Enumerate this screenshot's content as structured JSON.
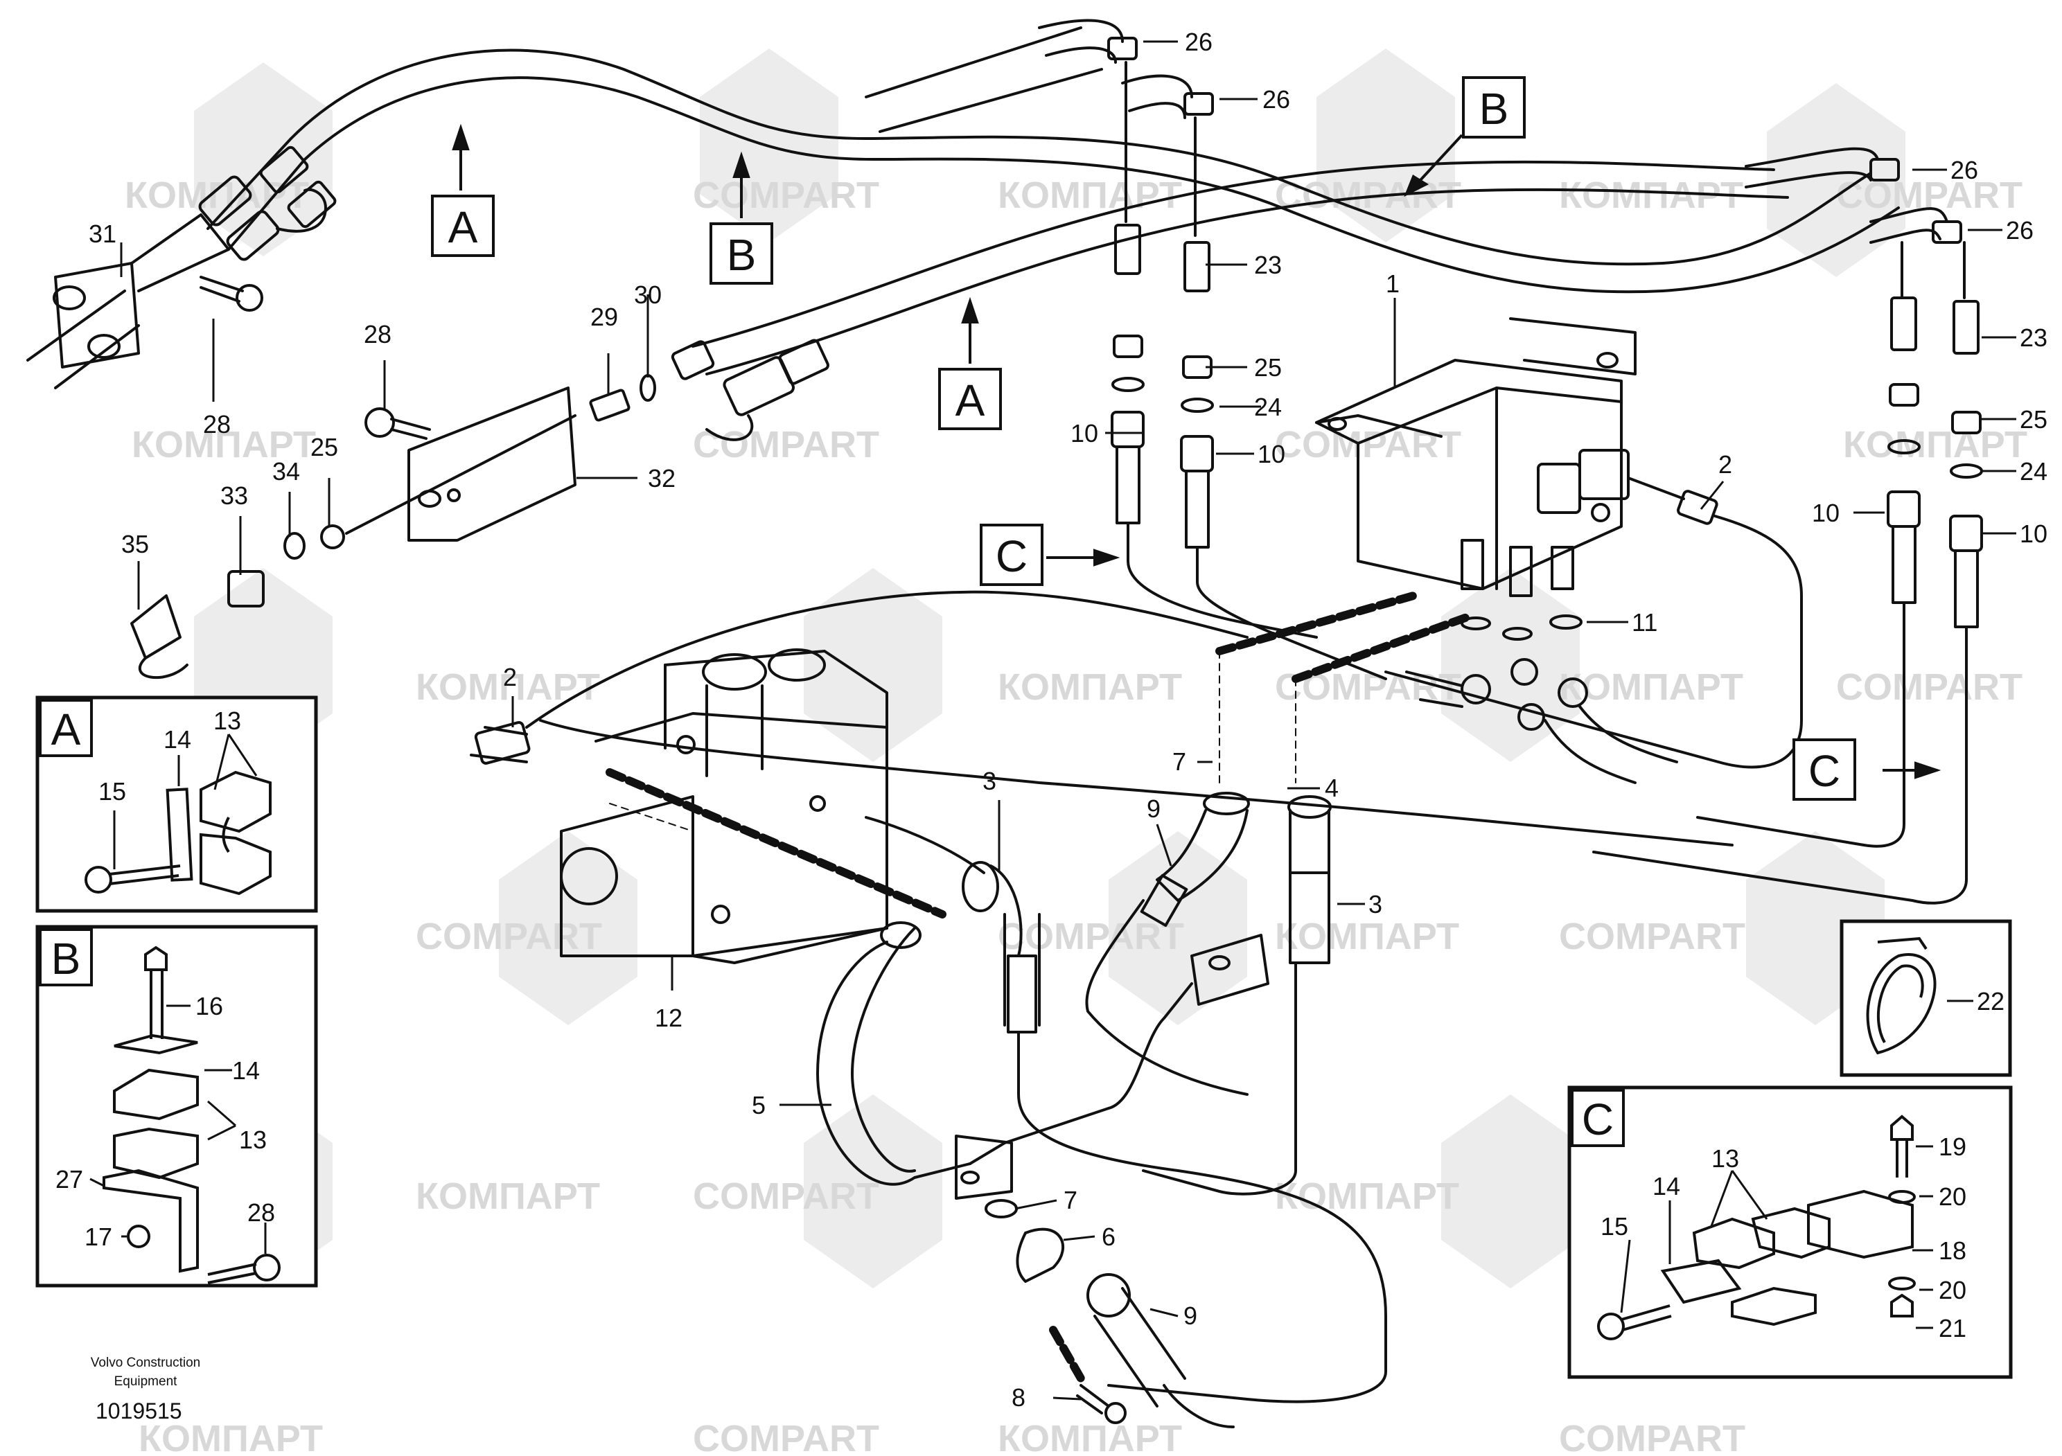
{
  "watermark": {
    "cyrillic": "КОМПАРТ",
    "latin": "COMPART"
  },
  "section_labels": [
    "A",
    "B",
    "C"
  ],
  "inset_boxes": [
    {
      "letter": "A",
      "callouts": [
        "15",
        "14",
        "13"
      ]
    },
    {
      "letter": "B",
      "callouts": [
        "16",
        "14",
        "13",
        "27",
        "17",
        "28"
      ]
    },
    {
      "letter": "C",
      "callouts": [
        "13",
        "14",
        "15",
        "19",
        "20",
        "18",
        "20",
        "21"
      ]
    }
  ],
  "callouts": {
    "c1": "1",
    "c2a": "2",
    "c2b": "2",
    "c3a": "3",
    "c3b": "3",
    "c4": "4",
    "c5": "5",
    "c6": "6",
    "c7a": "7",
    "c7b": "7",
    "c8": "8",
    "c9a": "9",
    "c9b": "9",
    "c10a": "10",
    "c10b": "10",
    "c10c": "10",
    "c10d": "10",
    "c11": "11",
    "c12": "12",
    "c22": "22",
    "c23a": "23",
    "c23b": "23",
    "c24a": "24",
    "c24b": "24",
    "c25a": "25",
    "c25b": "25",
    "c25c": "25",
    "c26a": "26",
    "c26b": "26",
    "c26c": "26",
    "c26d": "26",
    "c28a": "28",
    "c28b": "28",
    "c29": "29",
    "c30": "30",
    "c31": "31",
    "c32": "32",
    "c33": "33",
    "c34": "34",
    "c35": "35"
  },
  "footer": {
    "line1": "Volvo Construction",
    "line2": "Equipment",
    "number": "1019515"
  },
  "colors": {
    "line": "#111111",
    "watermark": "#d8d8d8",
    "background": "#ffffff"
  }
}
